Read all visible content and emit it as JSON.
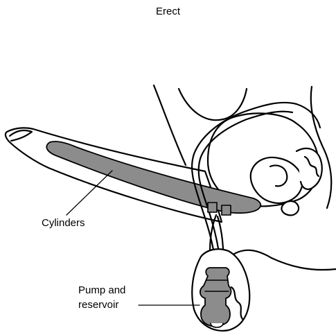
{
  "figure": {
    "title": "Erect",
    "labels": {
      "cylinders": "Cylinders",
      "pump_line1": "Pump and",
      "pump_line2": "reservoir"
    }
  },
  "colors": {
    "outline": "#000000",
    "fill_gray": "#8c8c8c",
    "fill_white": "#ffffff"
  }
}
